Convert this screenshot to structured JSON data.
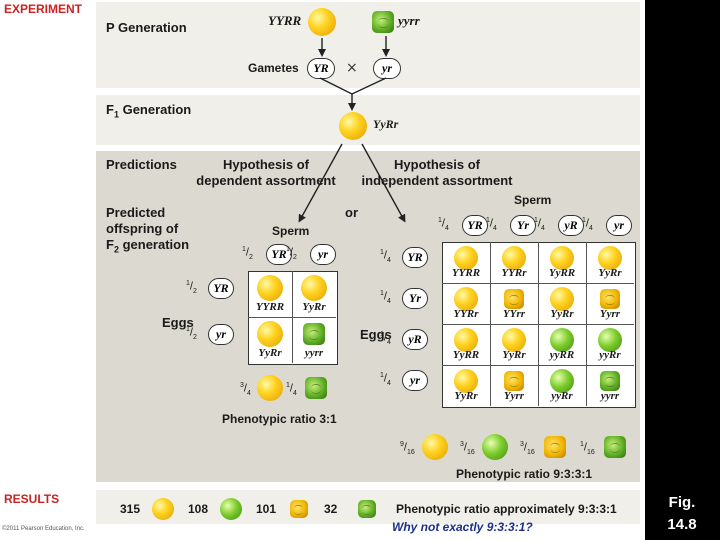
{
  "experiment_label": "EXPERIMENT",
  "results_label": "RESULTS",
  "copyright": "©2011 Pearson Education, Inc.",
  "figure_label": "Fig. 14.8",
  "figure_line1": "Fig.",
  "figure_line2": "14.8",
  "p_generation": {
    "title": "P Generation",
    "parent1": "YYRR",
    "parent2": "yyrr",
    "gametes_label": "Gametes",
    "gamete1": "YR",
    "cross": "×",
    "gamete2": "yr"
  },
  "f1_generation": {
    "title_main": "F",
    "title_sub": "1",
    "title_rest": " Generation",
    "genotype": "YyRr"
  },
  "predictions": {
    "title": "Predictions",
    "hyp_dependent_1": "Hypothesis of",
    "hyp_dependent_2": "dependent assortment",
    "hyp_independent_1": "Hypothesis of",
    "hyp_independent_2": "independent assortment",
    "or": "or",
    "predicted_1": "Predicted",
    "predicted_2": "offspring of",
    "predicted_3_main": "F",
    "predicted_3_sub": "2",
    "predicted_3_rest": " generation",
    "sperm": "Sperm",
    "eggs": "Eggs"
  },
  "dependent": {
    "sperm_gametes": [
      {
        "num": "1",
        "den": "2",
        "allele": "YR"
      },
      {
        "num": "1",
        "den": "2",
        "allele": "yr"
      }
    ],
    "egg_gametes": [
      {
        "num": "1",
        "den": "2",
        "allele": "YR"
      },
      {
        "num": "1",
        "den": "2",
        "allele": "yr"
      }
    ],
    "cells": [
      [
        {
          "genotype": "YYRR",
          "phenotype": "yellow-round"
        },
        {
          "genotype": "YyRr",
          "phenotype": "yellow-round"
        }
      ],
      [
        {
          "genotype": "YyRr",
          "phenotype": "yellow-round"
        },
        {
          "genotype": "yyrr",
          "phenotype": "green-wrinkled"
        }
      ]
    ],
    "summary": [
      {
        "num": "3",
        "den": "4",
        "phenotype": "yellow-round"
      },
      {
        "num": "1",
        "den": "4",
        "phenotype": "green-wrinkled"
      }
    ],
    "ratio_text": "Phenotypic ratio 3:1"
  },
  "independent": {
    "sperm_gametes": [
      {
        "num": "1",
        "den": "4",
        "allele": "YR"
      },
      {
        "num": "1",
        "den": "4",
        "allele": "Yr"
      },
      {
        "num": "1",
        "den": "4",
        "allele": "yR"
      },
      {
        "num": "1",
        "den": "4",
        "allele": "yr"
      }
    ],
    "egg_gametes": [
      {
        "num": "1",
        "den": "4",
        "allele": "YR"
      },
      {
        "num": "1",
        "den": "4",
        "allele": "Yr"
      },
      {
        "num": "1",
        "den": "4",
        "allele": "yR"
      },
      {
        "num": "1",
        "den": "4",
        "allele": "yr"
      }
    ],
    "cells": [
      [
        {
          "genotype": "YYRR",
          "phenotype": "yellow-round"
        },
        {
          "genotype": "YYRr",
          "phenotype": "yellow-round"
        },
        {
          "genotype": "YyRR",
          "phenotype": "yellow-round"
        },
        {
          "genotype": "YyRr",
          "phenotype": "yellow-round"
        }
      ],
      [
        {
          "genotype": "YYRr",
          "phenotype": "yellow-round"
        },
        {
          "genotype": "YYrr",
          "phenotype": "yellow-wrinkled"
        },
        {
          "genotype": "YyRr",
          "phenotype": "yellow-round"
        },
        {
          "genotype": "Yyrr",
          "phenotype": "yellow-wrinkled"
        }
      ],
      [
        {
          "genotype": "YyRR",
          "phenotype": "yellow-round"
        },
        {
          "genotype": "YyRr",
          "phenotype": "yellow-round"
        },
        {
          "genotype": "yyRR",
          "phenotype": "green-round"
        },
        {
          "genotype": "yyRr",
          "phenotype": "green-round"
        }
      ],
      [
        {
          "genotype": "YyRr",
          "phenotype": "yellow-round"
        },
        {
          "genotype": "Yyrr",
          "phenotype": "yellow-wrinkled"
        },
        {
          "genotype": "yyRr",
          "phenotype": "green-round"
        },
        {
          "genotype": "yyrr",
          "phenotype": "green-wrinkled"
        }
      ]
    ],
    "summary": [
      {
        "num": "9",
        "den": "16",
        "phenotype": "yellow-round"
      },
      {
        "num": "3",
        "den": "16",
        "phenotype": "green-round"
      },
      {
        "num": "3",
        "den": "16",
        "phenotype": "yellow-wrinkled"
      },
      {
        "num": "1",
        "den": "16",
        "phenotype": "green-wrinkled"
      }
    ],
    "ratio_text": "Phenotypic ratio 9:3:3:1"
  },
  "results": {
    "counts": [
      {
        "count": "315",
        "phenotype": "yellow-round"
      },
      {
        "count": "108",
        "phenotype": "green-round"
      },
      {
        "count": "101",
        "phenotype": "yellow-wrinkled"
      },
      {
        "count": "32",
        "phenotype": "green-wrinkled"
      }
    ],
    "ratio_text": "Phenotypic ratio approximately 9:3:3:1",
    "question": "Why not exactly 9:3:3:1?"
  },
  "colors": {
    "panel_bg": "#f0efe9",
    "predictions_bg": "#dcdad0",
    "label_red": "#cc2222",
    "question_blue": "#1b2f8a",
    "sidebar": "#000000"
  }
}
